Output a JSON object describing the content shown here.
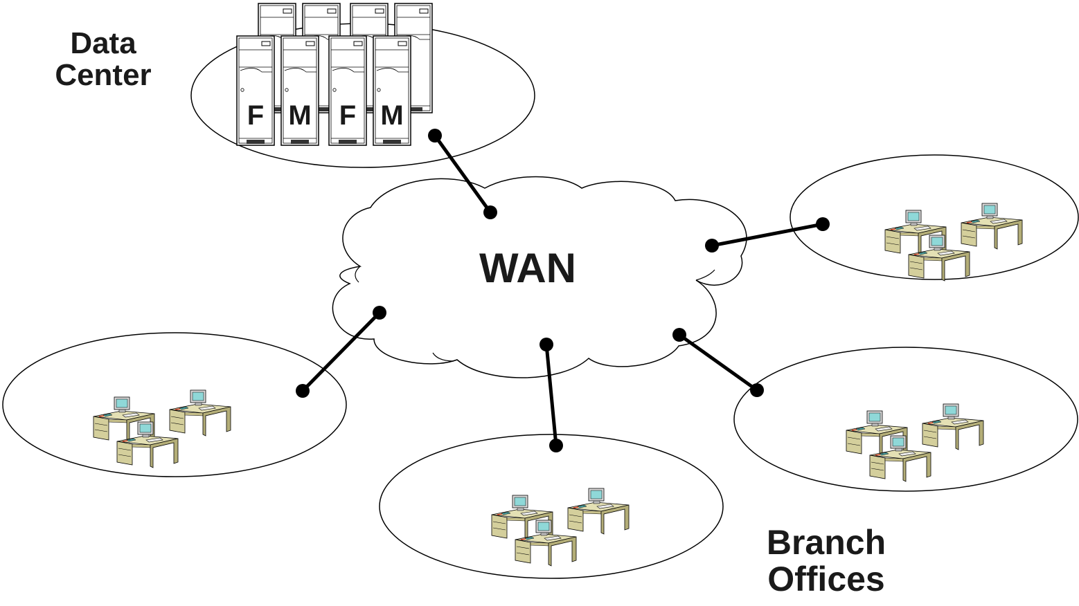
{
  "labels": {
    "data_center": [
      "Data",
      "Center"
    ],
    "wan": "WAN",
    "branch_offices": [
      "Branch",
      "Offices"
    ]
  },
  "servers": {
    "front_row_letters": [
      "F",
      "M",
      "F",
      "M"
    ]
  },
  "colors": {
    "stroke": "#000000",
    "server_body": "#ffffff",
    "desk": "#d8d4a4",
    "desk_dark": "#b4ae78",
    "monitor": "#d9d9d9",
    "screen": "#8fd8d8",
    "accent": "#d0402a"
  }
}
